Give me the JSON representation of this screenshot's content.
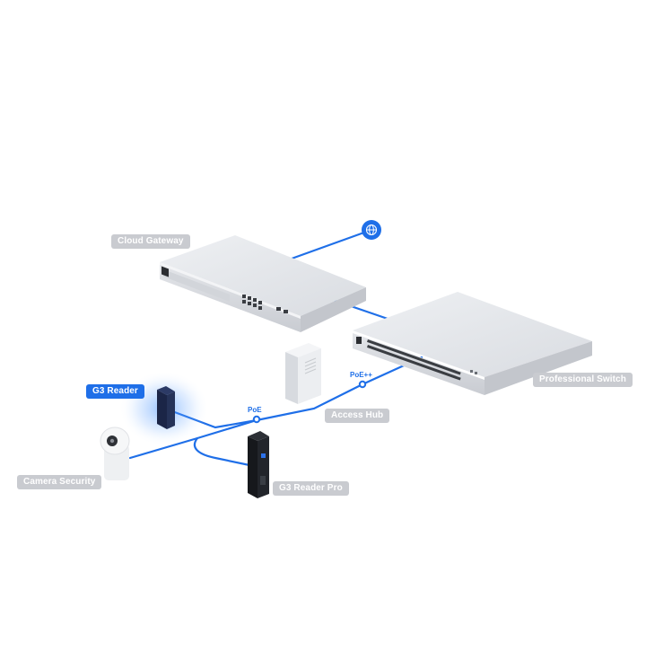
{
  "labels": {
    "cloud_gateway": "Cloud Gateway",
    "professional_switch": "Professional Switch",
    "access_hub": "Access Hub",
    "g3_reader": "G3 Reader",
    "g3_reader_pro": "G3 Reader Pro",
    "camera_security": "Camera Security"
  },
  "links": {
    "poe": "PoE",
    "poe_plus": "PoE++"
  },
  "colors": {
    "cable": "#1f6fe8",
    "label_bg": "#c9cbd0",
    "label_active_bg": "#1f6fe8",
    "device_metal": "#e4e6ea"
  },
  "icons": {
    "internet": "globe-icon"
  }
}
